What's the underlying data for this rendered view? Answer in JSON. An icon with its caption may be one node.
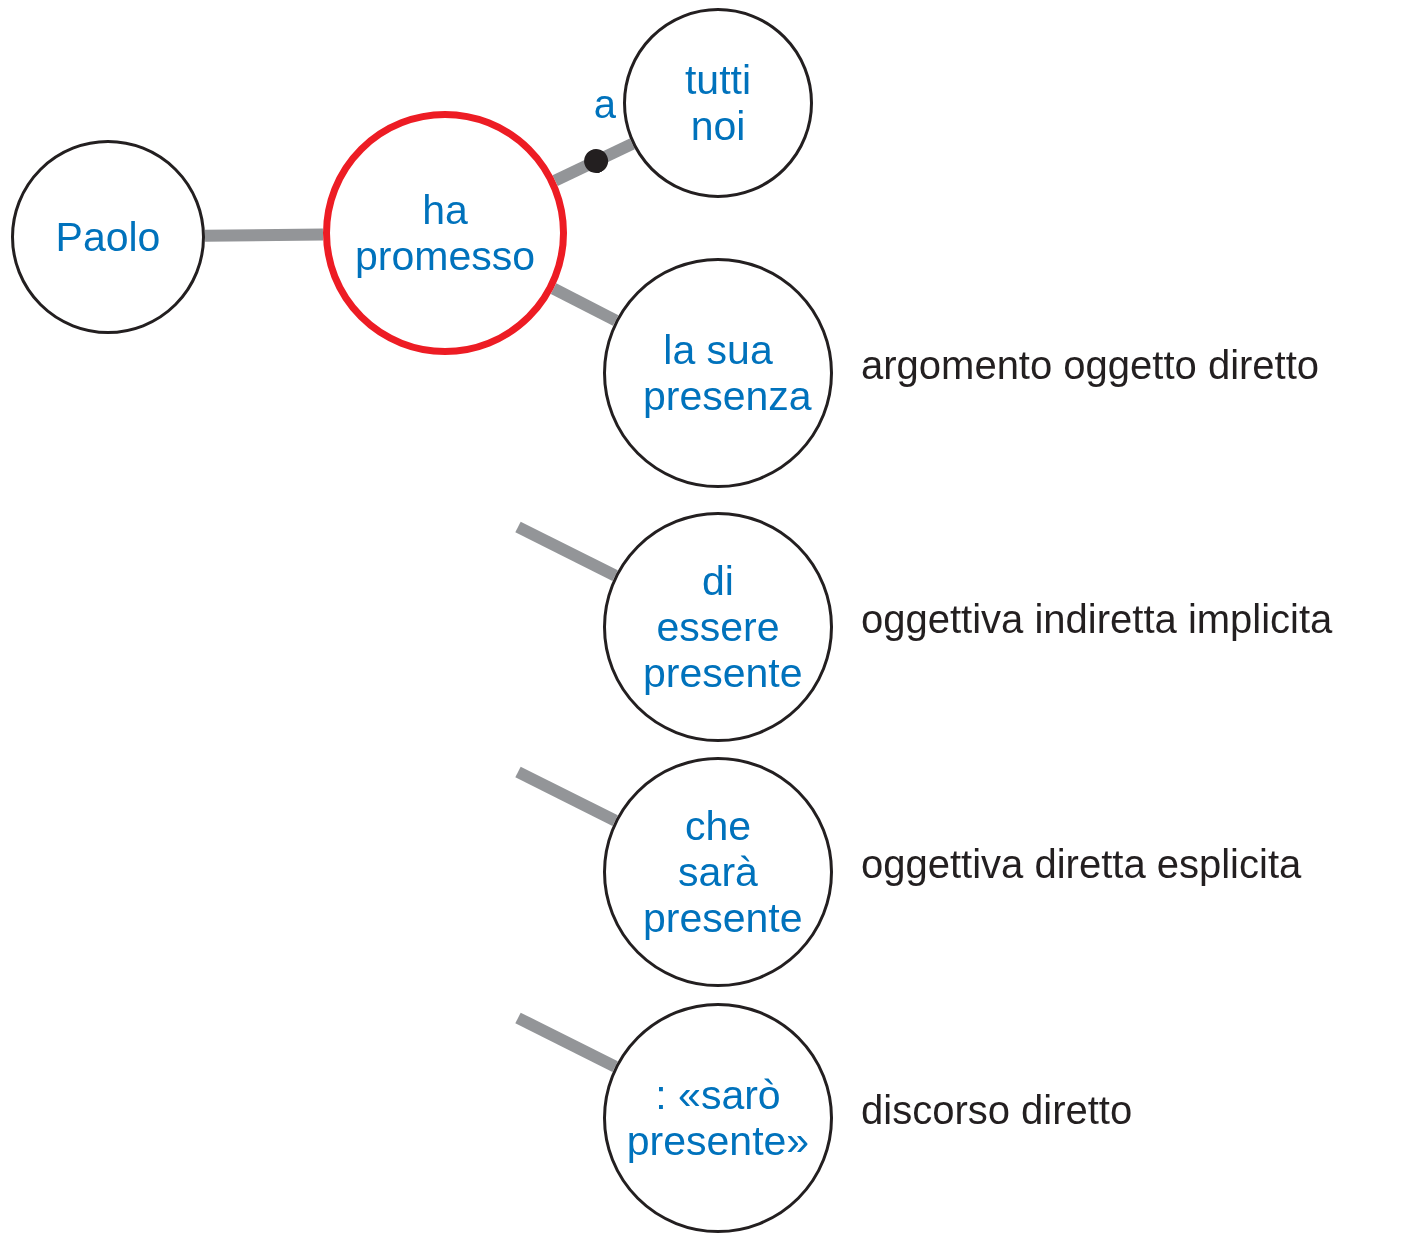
{
  "diagram": {
    "nodes": [
      {
        "text": [
          "Paolo"
        ]
      },
      {
        "text": [
          "ha promesso"
        ]
      },
      {
        "text": [
          "tutti noi"
        ]
      },
      {
        "text": [
          "la sua presenza"
        ],
        "beside": [
          "argomento oggetto diretto"
        ]
      },
      {
        "text": [
          "di essere presente"
        ],
        "beside": [
          "oggettiva indiretta implicita"
        ]
      },
      {
        "text": [
          "che sarà presente"
        ],
        "beside": [
          "oggettiva diretta esplicita"
        ]
      },
      {
        "text": [
          ": «sarò presente»"
        ],
        "beside": [
          "discorso diretto"
        ]
      }
    ],
    "edges": [
      {
        "from": 0,
        "to": 1,
        "arrow": "none"
      },
      {
        "from": 1,
        "to": 2,
        "arrow": "other",
        "label": "a"
      },
      {
        "from": 1,
        "to": 3,
        "arrow": "none"
      },
      {
        "from": null,
        "to": 4,
        "arrow": "none"
      },
      {
        "from": null,
        "to": 5,
        "arrow": "none"
      },
      {
        "from": null,
        "to": 6,
        "arrow": "none"
      }
    ]
  }
}
